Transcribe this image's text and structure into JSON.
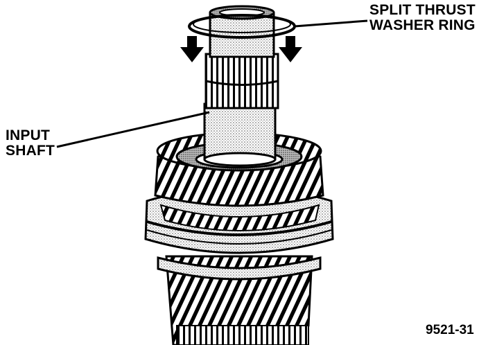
{
  "labels": {
    "washer_line1": "SPLIT THRUST",
    "washer_line2": "WASHER RING",
    "input_line1": "INPUT",
    "input_line2": "SHAFT"
  },
  "figure_number": "9521-31",
  "colors": {
    "ink": "#000000",
    "paper": "#ffffff",
    "stipple": "#9a9a9a"
  }
}
